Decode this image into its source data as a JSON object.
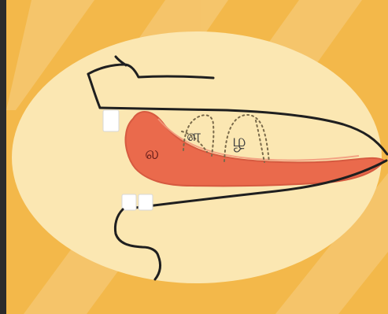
{
  "diagram": {
    "labels": {
      "tongue_tip_letter": "ல",
      "mid_tongue_letter": "ள",
      "back_tongue_letter": "ழ"
    }
  }
}
